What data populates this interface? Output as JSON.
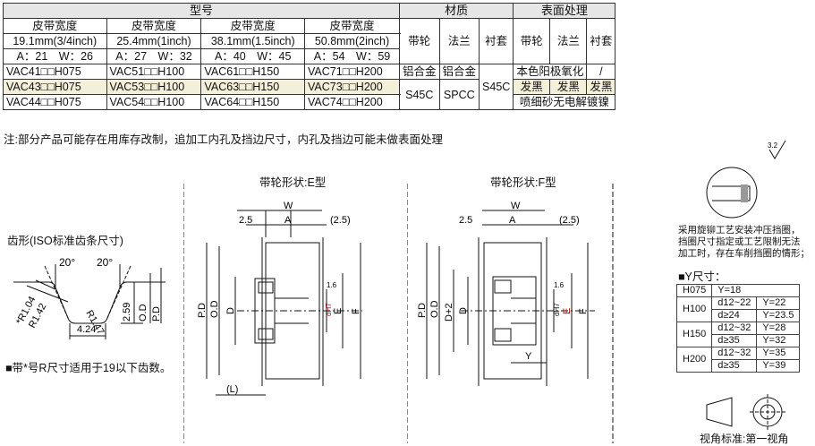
{
  "table": {
    "model_header": "型号",
    "material_header": "材质",
    "surface_header": "表面处理",
    "width_header": "皮带宽度",
    "widths": [
      {
        "label": "皮带宽度",
        "size": "19.1mm(3/4inch)",
        "aw": "A：21　W：26",
        "models": [
          "VAC41□□H075",
          "VAC43□□H075",
          "VAC44□□H075"
        ]
      },
      {
        "label": "皮带宽度",
        "size": "25.4mm(1inch)",
        "aw": "A：27　W：32",
        "models": [
          "VAC51□□H100",
          "VAC53□□H100",
          "VAC54□□H100"
        ]
      },
      {
        "label": "皮带宽度",
        "size": "38.1mm(1.5inch)",
        "aw": "A：40　W：45",
        "models": [
          "VAC61□□H150",
          "VAC63□□H150",
          "VAC64□□H150"
        ]
      },
      {
        "label": "皮带宽度",
        "size": "50.8mm(2inch)",
        "aw": "A：54　W：59",
        "models": [
          "VAC71□□H200",
          "VAC73□□H200",
          "VAC74□□H200"
        ]
      }
    ],
    "part_labels": {
      "pulley": "带轮",
      "flange": "法兰",
      "sleeve": "衬套"
    },
    "materials": {
      "pulley_row1": "铝合金",
      "flange_row1": "铝合金",
      "pulley_row23": "S45C",
      "flange_row23": "SPCC",
      "sleeve": "S45C"
    },
    "surface": {
      "row1": "本色阳极氧化",
      "row1_sleeve": "/",
      "row2_pulley": "发黑",
      "row2_flange": "发黑",
      "row2_sleeve": "发黑",
      "row3": "喷细砂无电解镀镍"
    }
  },
  "note": "注:部分产品可能存在用库存改制，追加工内孔及挡边尺寸，内孔及挡边可能未做表面处理",
  "tooth": {
    "title": "齿形(ISO标准齿条尺寸)",
    "angle1": "20°",
    "angle2": "20°",
    "r1": "*R1.04",
    "r2": "R1.42",
    "r3": "R1.47",
    "d1": "2.59",
    "od": "O.D",
    "pd": "P.D",
    "pitch": "4.24",
    "footnote": "■带*号R尺寸适用于19以下齿数。"
  },
  "drawing_e": {
    "title": "带轮形状:E型",
    "w": "W",
    "a": "A",
    "left_gap": "2.5",
    "right_gap": "(2.5)",
    "pd": "P.D",
    "od": "O.D",
    "d": "D",
    "dh": "dH7",
    "e": "E",
    "f": "F",
    "l": "(L)",
    "rough": "1.6"
  },
  "drawing_f": {
    "title": "带轮形状:F型",
    "w": "W",
    "a": "A",
    "left_gap": "2.5",
    "right_gap": "(2.5)",
    "pd": "P.D",
    "od": "O.D",
    "d2": "D+2",
    "d": "D",
    "dh": "dH7",
    "e": "E",
    "f": "F",
    "y": "Y",
    "rough": "1.6"
  },
  "right_panel": {
    "roughness": "3.2",
    "desc_lines": [
      "采用旋铆工艺安装冲压挡圈，",
      "挡圈尺寸指定或工艺限制无法",
      "加工时，存在车削挡圈的情形；"
    ],
    "y_title": "■Y尺寸：",
    "y_rows": [
      {
        "code": "H075",
        "sub": [
          {
            "d": "",
            "y": "Y=18",
            "y2": ""
          }
        ]
      },
      {
        "code": "H100",
        "sub": [
          {
            "d": "d12~22",
            "y": "Y=22"
          },
          {
            "d": "d≥24",
            "y": "Y=23.5"
          }
        ]
      },
      {
        "code": "H150",
        "sub": [
          {
            "d": "d12~32",
            "y": "Y=28"
          },
          {
            "d": "d≥35",
            "y": "Y=32"
          }
        ]
      },
      {
        "code": "H200",
        "sub": [
          {
            "d": "d12~32",
            "y": "Y=35"
          },
          {
            "d": "d≥35",
            "y": "Y=39"
          }
        ]
      }
    ],
    "view_std": "视角标准:第一视角"
  }
}
